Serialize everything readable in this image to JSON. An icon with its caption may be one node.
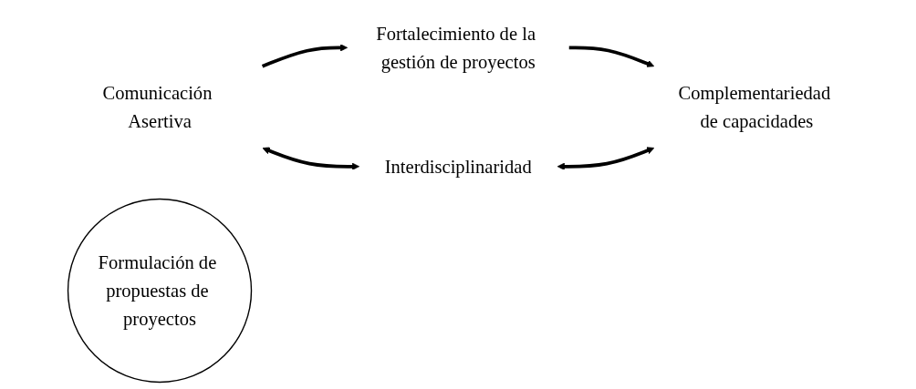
{
  "diagram": {
    "nodes": [
      {
        "text": [
          "Comunicación Asertiva"
        ]
      },
      {
        "text": [
          "Fortalecimiento de la gestión de proyectos"
        ]
      },
      {
        "text": [
          "Complementariedad de capacidades"
        ]
      },
      {
        "text": [
          "Interdisciplinaridad"
        ]
      },
      {
        "text": [
          "Formulación de propuestas de proyectos"
        ]
      }
    ],
    "edges": [
      {
        "from": 0,
        "to": 1,
        "arrow": "to"
      },
      {
        "from": 1,
        "to": 2,
        "arrow": "to"
      },
      {
        "from": 3,
        "to": 2,
        "arrow": "both"
      },
      {
        "from": 0,
        "to": 3,
        "arrow": "both"
      }
    ]
  }
}
